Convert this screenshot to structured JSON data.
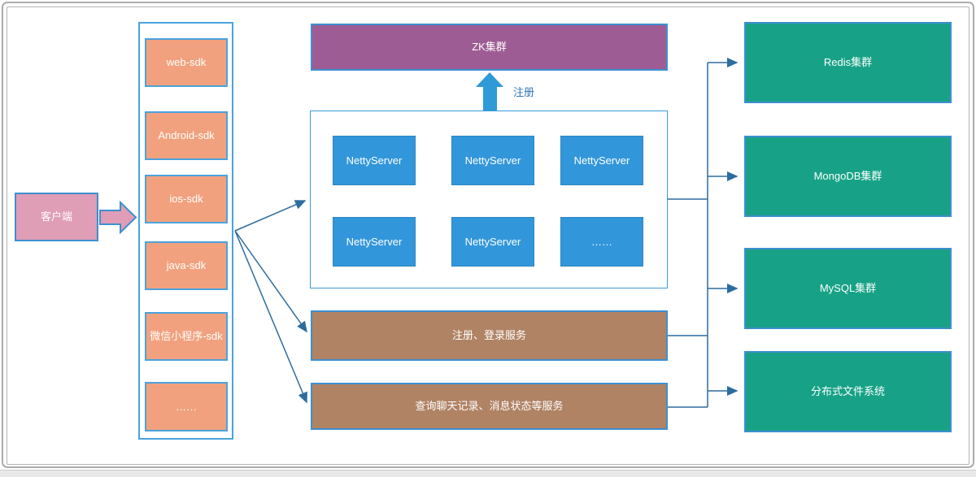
{
  "client": {
    "label": "客户端"
  },
  "sdk": {
    "items": [
      "web-sdk",
      "Android-sdk",
      "ios-sdk",
      "java-sdk",
      "微信小程序-sdk",
      "……"
    ]
  },
  "zk": {
    "label": "ZK集群"
  },
  "register_label": "注册",
  "netty": {
    "items": [
      "NettyServer",
      "NettyServer",
      "NettyServer",
      "NettyServer",
      "NettyServer",
      "……"
    ]
  },
  "services": {
    "items": [
      "注册、登录服务",
      "查询聊天记录、消息状态等服务"
    ]
  },
  "storage": {
    "items": [
      "Redis集群",
      "MongoDB集群",
      "MySQL集群",
      "分布式文件系统"
    ]
  },
  "colors": {
    "sdk_fill": "#F2A17E",
    "client_fill": "#E09DB6",
    "zk_fill": "#9E5C94",
    "netty_fill": "#3296DB",
    "service_fill": "#B08365",
    "storage_fill": "#17A287",
    "box_border": "#3D8FD1",
    "connector": "#2C6C9F",
    "thick_arrow": "#2E9BD6",
    "frame": "#ACACAC"
  }
}
